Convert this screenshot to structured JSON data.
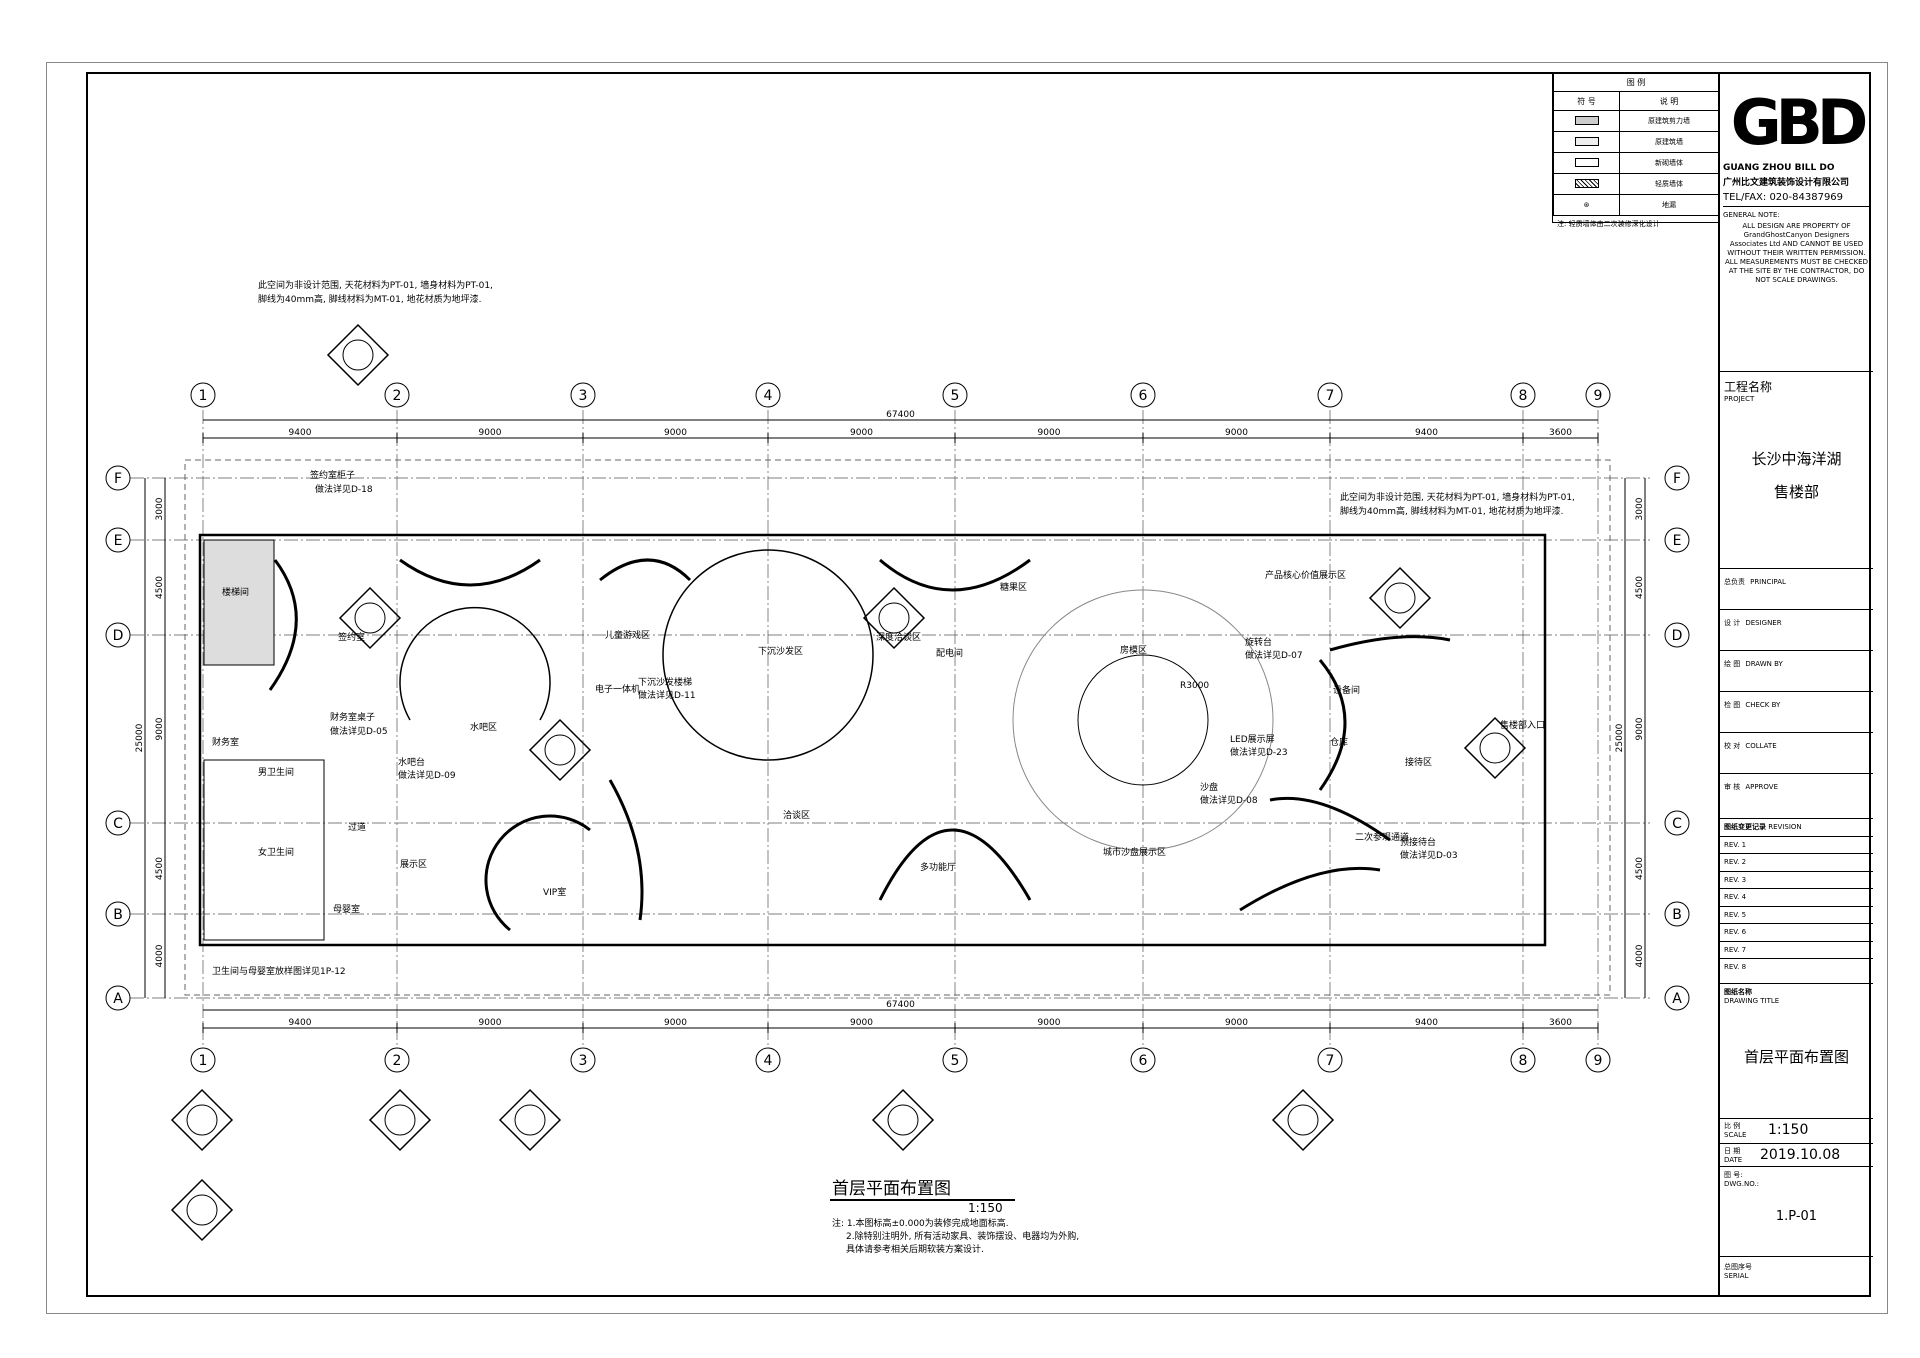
{
  "drawing": {
    "title": "首层平面布置图",
    "scale": "1:150",
    "notes": [
      "注: 1.本图标高±0.000为装修完成地面标高.",
      "2.除特别注明外, 所有活动家具、装饰摆设、电器均为外购,",
      "具体请参考相关后期软装方案设计."
    ],
    "annotation_top_left": [
      "此空间为非设计范围, 天花材料为PT-01, 墙身材料为PT-01,",
      "脚线为40mm高, 脚线材料为MT-01, 地花材质为地坪漆."
    ],
    "annotation_top_right": [
      "此空间为非设计范围, 天花材料为PT-01, 墙身材料为PT-01,",
      "脚线为40mm高, 脚线材料为MT-01, 地花材质为地坪漆."
    ],
    "restroom_note": "卫生间与母婴室放样图详见1P-12"
  },
  "grid": {
    "columns": [
      "1",
      "2",
      "3",
      "4",
      "5",
      "6",
      "7",
      "8",
      "9"
    ],
    "rows": [
      "F",
      "E",
      "D",
      "C",
      "B",
      "A"
    ],
    "col_dims": [
      "9400",
      "9000",
      "9000",
      "9000",
      "9000",
      "9000",
      "9400",
      "3600"
    ],
    "total_width": "67400",
    "row_dims": [
      "3000",
      "4500",
      "9000",
      "4500",
      "4000"
    ],
    "total_height": "25000"
  },
  "rooms": [
    {
      "label": "楼梯间"
    },
    {
      "label": "签约室"
    },
    {
      "label": "签约室柜子"
    },
    {
      "label": "做法详见D-18"
    },
    {
      "label": "财务室"
    },
    {
      "label": "财务室桌子"
    },
    {
      "label": "做法详见D-05"
    },
    {
      "label": "男卫生间"
    },
    {
      "label": "女卫生间"
    },
    {
      "label": "母婴室"
    },
    {
      "label": "过道"
    },
    {
      "label": "水吧区"
    },
    {
      "label": "水吧台"
    },
    {
      "label": "做法详见D-09"
    },
    {
      "label": "展示区"
    },
    {
      "label": "VIP室"
    },
    {
      "label": "儿童游戏区"
    },
    {
      "label": "下沉沙发区"
    },
    {
      "label": "下沉沙发楼梯"
    },
    {
      "label": "做法详见D-11"
    },
    {
      "label": "洽谈区"
    },
    {
      "label": "电子一体机"
    },
    {
      "label": "深度洽谈区"
    },
    {
      "label": "配电间"
    },
    {
      "label": "糖果区"
    },
    {
      "label": "多功能厅"
    },
    {
      "label": "城市沙盘展示区"
    },
    {
      "label": "房模区"
    },
    {
      "label": "沙盘"
    },
    {
      "label": "做法详见D-08"
    },
    {
      "label": "LED展示屏"
    },
    {
      "label": "做法详见D-23"
    },
    {
      "label": "旋转台"
    },
    {
      "label": "做法详见D-07"
    },
    {
      "label": "产品核心价值展示区"
    },
    {
      "label": "设备间"
    },
    {
      "label": "仓库"
    },
    {
      "label": "接待区"
    },
    {
      "label": "二次参观通道"
    },
    {
      "label": "预接待台"
    },
    {
      "label": "做法详见D-03"
    },
    {
      "label": "售楼部入口"
    },
    {
      "label": "R3000"
    }
  ],
  "legend": {
    "title": "图 例",
    "col_symbol": "符 号",
    "col_desc": "说 明",
    "items": [
      "原建筑剪力墙",
      "原建筑墙",
      "新砌墙体",
      "轻质墙体",
      "地漏"
    ],
    "note": "注: 轻质墙体由二次装修深化设计"
  },
  "title_block": {
    "logo": "GBD",
    "company_en": "GUANG ZHOU BILL DO",
    "company_cn": "广州比文建筑装饰设计有限公司",
    "tel": "TEL/FAX: 020-84387969",
    "general_note_label": "GENERAL NOTE:",
    "general_note": "ALL DESIGN ARE PROPERTY OF GrandGhostCanyon Designers Associates Ltd AND CANNOT BE USED WITHOUT THEIR WRITTEN PERMISSION. ALL MEASUREMENTS MUST BE CHECKED AT THE SITE BY THE CONTRACTOR, DO NOT SCALE DRAWINGS.",
    "project_label": "工程名称",
    "project_label_en": "PROJECT",
    "project_name_1": "长沙中海洋湖",
    "project_name_2": "售楼部",
    "roles": [
      {
        "cn": "总负责",
        "en": "PRINCIPAL"
      },
      {
        "cn": "设 计",
        "en": "DESIGNER"
      },
      {
        "cn": "绘 图",
        "en": "DRAWN BY"
      },
      {
        "cn": "检 图",
        "en": "CHECK BY"
      },
      {
        "cn": "校 对",
        "en": "COLLATE"
      },
      {
        "cn": "审 核",
        "en": "APPROVE"
      }
    ],
    "revision_label": "图纸变更记录",
    "revision_label_en": "REVISION",
    "revisions": [
      "REV. 1",
      "REV. 2",
      "REV. 3",
      "REV. 4",
      "REV. 5",
      "REV. 6",
      "REV. 7",
      "REV. 8"
    ],
    "drawing_title_label": "图纸名称",
    "drawing_title_label_en": "DRAWING TITLE",
    "drawing_title": "首层平面布置图",
    "scale_label": "比 例",
    "scale_label_en": "SCALE",
    "scale": "1:150",
    "date_label": "日 期",
    "date_label_en": "DATE",
    "date": "2019.10.08",
    "dwg_label": "图 号:",
    "dwg_label_en": "DWG.NO.:",
    "dwg_no": "1.P-01",
    "serial_label": "总图序号",
    "serial_label_en": "SERIAL"
  }
}
